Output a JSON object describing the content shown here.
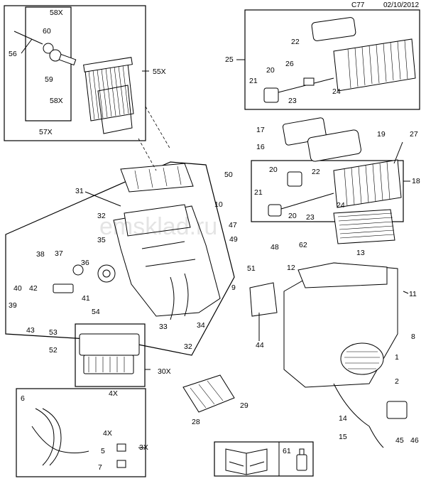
{
  "header": {
    "code": "C77",
    "date": "02/10/2012"
  },
  "watermark": "emsklad.ru",
  "callouts": {
    "c1": "1",
    "c2": "2",
    "c3x": "3X",
    "c4x_a": "4X",
    "c4x_b": "4X",
    "c5": "5",
    "c6": "6",
    "c7": "7",
    "c8": "8",
    "c9": "9",
    "c10": "10",
    "c11": "11",
    "c12": "12",
    "c13": "13",
    "c14": "14",
    "c15": "15",
    "c16": "16",
    "c17": "17",
    "c18": "18",
    "c19": "19",
    "c20a": "20",
    "c20b": "20",
    "c20c": "20",
    "c21a": "21",
    "c21b": "21",
    "c22a": "22",
    "c22b": "22",
    "c23a": "23",
    "c23b": "23",
    "c24a": "24",
    "c24b": "24",
    "c25": "25",
    "c26": "26",
    "c27": "27",
    "c28": "28",
    "c29": "29",
    "c30x": "30X",
    "c31": "31",
    "c32a": "32",
    "c32b": "32",
    "c33": "33",
    "c34": "34",
    "c35": "35",
    "c36": "36",
    "c37": "37",
    "c38": "38",
    "c39": "39",
    "c40": "40",
    "c41": "41",
    "c42": "42",
    "c43": "43",
    "c44": "44",
    "c45": "45",
    "c46": "46",
    "c47": "47",
    "c48": "48",
    "c49": "49",
    "c50": "50",
    "c51": "51",
    "c52": "52",
    "c53": "53",
    "c54": "54",
    "c55x": "55X",
    "c56": "56",
    "c57x": "57X",
    "c58x_a": "58X",
    "c58x_b": "58X",
    "c59": "59",
    "c60": "60",
    "c61": "61",
    "c62": "62"
  }
}
